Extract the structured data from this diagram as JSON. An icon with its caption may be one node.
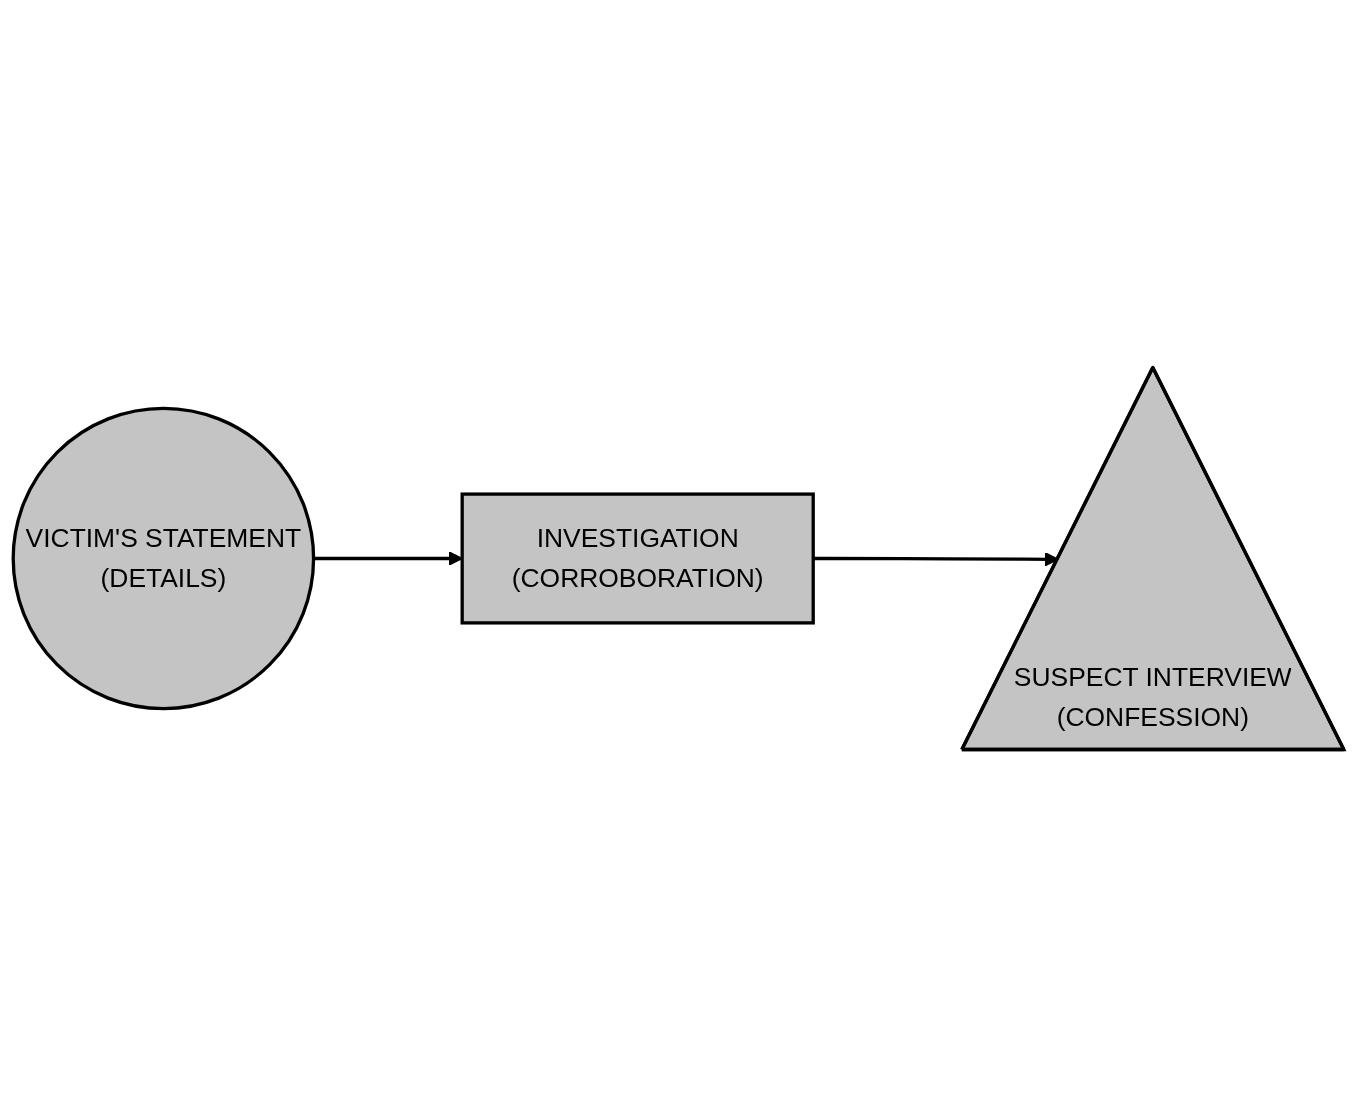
{
  "diagram": {
    "nodes": [
      {
        "text": [
          "VICTIM'S STATEMENT",
          "(DETAILS)"
        ]
      },
      {
        "text": [
          "INVESTIGATION",
          "(CORROBORATION)"
        ]
      },
      {
        "text": [
          "SUSPECT INTERVIEW",
          "(CONFESSION)"
        ]
      }
    ],
    "edges": [
      {
        "from": 0,
        "to": 1,
        "arrow": "to"
      },
      {
        "from": 1,
        "to": 2,
        "arrow": "to"
      }
    ]
  }
}
